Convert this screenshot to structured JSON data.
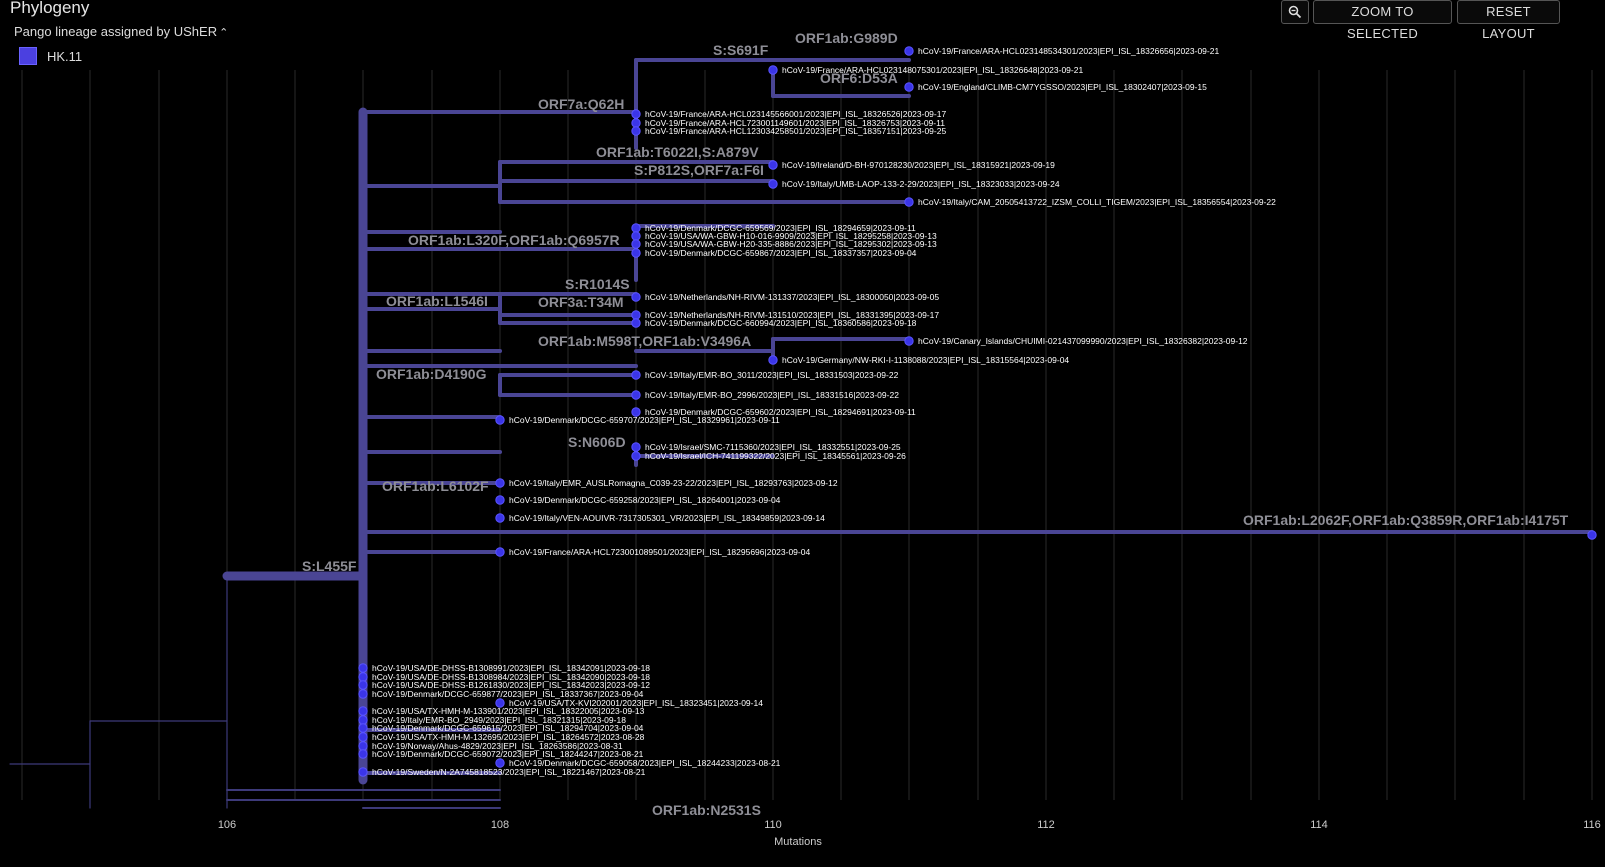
{
  "header": {
    "title": "Phylogeny",
    "colorby_label": "Pango lineage assigned by UShER",
    "zoom_selected": "ZOOM TO SELECTED",
    "reset_layout": "RESET LAYOUT"
  },
  "legend": [
    {
      "label": "HK.11",
      "color": "#4b40e0"
    }
  ],
  "icons": {
    "zoom": "magnifier-minus-icon",
    "collapse": "chevron-up-icon"
  },
  "axis": {
    "label": "Mutations",
    "ticks": [
      "106",
      "108",
      "110",
      "112",
      "114",
      "116"
    ]
  },
  "mutation_labels": [
    "ORF1ab:G989D",
    "S:S691F",
    "ORF6:D53A",
    "ORF7a:Q62H",
    "ORF1ab:T6022I,S:A879V",
    "S:P812S,ORF7a:F6I",
    "ORF1ab:L320F,ORF1ab:Q6957R",
    "S:R1014S",
    "ORF1ab:L1546I",
    "ORF3a:T34M",
    "ORF1ab:M598T,ORF1ab:V3496A",
    "ORF1ab:D4190G",
    "S:N606D",
    "ORF1ab:L6102F",
    "ORF1ab:L2062F,ORF1ab:Q3859R,ORF1ab:I4175T",
    "S:L455F",
    "ORF1ab:N2531S"
  ],
  "tips": [
    "hCoV-19/France/ARA-HCL023148534301/2023|EPI_ISL_18326656|2023-09-21",
    "hCoV-19/France/ARA-HCL023148075301/2023|EPI_ISL_18326648|2023-09-21",
    "hCoV-19/England/CLIMB-CM7YGSSO/2023|EPI_ISL_18302407|2023-09-15",
    "hCoV-19/France/ARA-HCL023145566001/2023|EPI_ISL_18326526|2023-09-17",
    "hCoV-19/France/ARA-HCL723001149601/2023|EPI_ISL_18326753|2023-09-11",
    "hCoV-19/France/ARA-HCL123034258501/2023|EPI_ISL_18357151|2023-09-25",
    "hCoV-19/Ireland/D-BH-970128230/2023|EPI_ISL_18315921|2023-09-19",
    "hCoV-19/Italy/UMB-LAOP-133-2-29/2023|EPI_ISL_18323033|2023-09-24",
    "hCoV-19/Italy/CAM_20505413722_IZSM_COLLI_TIGEM/2023|EPI_ISL_18356554|2023-09-22",
    "hCoV-19/Denmark/DCGC-659569/2023|EPI_ISL_18294659|2023-09-11",
    "hCoV-19/USA/WA-GBW-H10-016-9909/2023|EPI_ISL_18295258|2023-09-13",
    "hCoV-19/USA/WA-GBW-H20-335-8886/2023|EPI_ISL_18295302|2023-09-13",
    "hCoV-19/Denmark/DCGC-659867/2023|EPI_ISL_18337357|2023-09-04",
    "hCoV-19/Netherlands/NH-RIVM-131337/2023|EPI_ISL_18300050|2023-09-05",
    "hCoV-19/Netherlands/NH-RIVM-131510/2023|EPI_ISL_18331395|2023-09-17",
    "hCoV-19/Denmark/DCGC-660994/2023|EPI_ISL_18360586|2023-09-18",
    "hCoV-19/Canary_Islands/CHUIMI-021437099990/2023|EPI_ISL_18326382|2023-09-12",
    "hCoV-19/Germany/NW-RKI-I-1138088/2023|EPI_ISL_18315564|2023-09-04",
    "hCoV-19/Italy/EMR-BO_3011/2023|EPI_ISL_18331503|2023-09-22",
    "hCoV-19/Italy/EMR-BO_2996/2023|EPI_ISL_18331516|2023-09-22",
    "hCoV-19/Denmark/DCGC-659602/2023|EPI_ISL_18294691|2023-09-11",
    "hCoV-19/Denmark/DCGC-659707/2023|EPI_ISL_18329961|2023-09-11",
    "hCoV-19/Israel/SMC-7115360/2023|EPI_ISL_18332551|2023-09-25",
    "hCoV-19/Israel/ICH-741199322/2023|EPI_ISL_18345561|2023-09-26",
    "hCoV-19/Italy/EMR_AUSLRomagna_C039-23-22/2023|EPI_ISL_18293763|2023-09-12",
    "hCoV-19/Denmark/DCGC-659258/2023|EPI_ISL_18264001|2023-09-04",
    "hCoV-19/Italy/VEN-AOUIVR-7317305301_VR/2023|EPI_ISL_18349859|2023-09-14",
    "hCoV-19/France/ARA-HCL723001089501/2023|EPI_ISL_18295696|2023-09-04",
    "hCoV-19/USA/DE-DHSS-B1308991/2023|EPI_ISL_18342091|2023-09-18",
    "hCoV-19/USA/DE-DHSS-B1308984/2023|EPI_ISL_18342090|2023-09-18",
    "hCoV-19/USA/DE-DHSS-B1261830/2023|EPI_ISL_18342023|2023-09-12",
    "hCoV-19/Denmark/DCGC-659877/2023|EPI_ISL_18337367|2023-09-04",
    "hCoV-19/USA/TX-KVI202001/2023|EPI_ISL_18323451|2023-09-14",
    "hCoV-19/USA/TX-HMH-M-133901/2023|EPI_ISL_18322005|2023-09-13",
    "hCoV-19/Italy/EMR-BO_2949/2023|EPI_ISL_18321315|2023-09-18",
    "hCoV-19/Denmark/DCGC-659615/2023|EPI_ISL_18294704|2023-09-04",
    "hCoV-19/USA/TX-HMH-M-132695/2023|EPI_ISL_18264572|2023-08-28",
    "hCoV-19/Norway/Ahus-4829/2023|EPI_ISL_18263586|2023-08-31",
    "hCoV-19/Denmark/DCGC-659072/2023|EPI_ISL_18244247|2023-08-21",
    "hCoV-19/Denmark/DCGC-659058/2023|EPI_ISL_18244233|2023-08-21",
    "hCoV-19/Sweden/N-2A745818523/2023|EPI_ISL_18221467|2023-08-21"
  ]
}
